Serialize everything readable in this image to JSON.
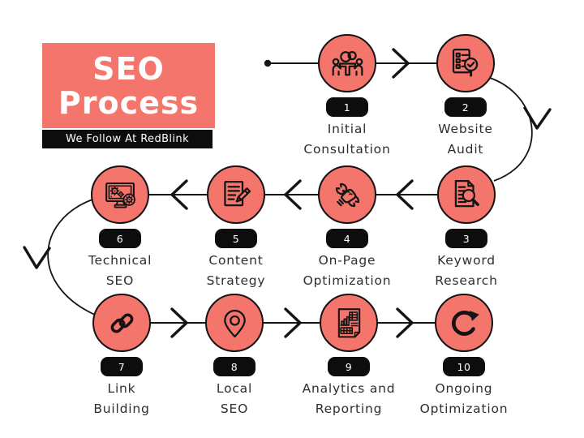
{
  "colors": {
    "coral": "#F4756B",
    "ink": "#141414",
    "badge_black": "#0D0D0D",
    "label_text": "#2E2E2E",
    "background": "#FFFFFF"
  },
  "header": {
    "title_line1": "SEO",
    "title_line2": "Process",
    "subtitle": "We Follow At RedBlink"
  },
  "steps": [
    {
      "number": "1",
      "line1": "Initial",
      "line2": "Consultation",
      "icon": "meeting-icon"
    },
    {
      "number": "2",
      "line1": "Website",
      "line2": "Audit",
      "icon": "audit-checklist-icon"
    },
    {
      "number": "3",
      "line1": "Keyword",
      "line2": "Research",
      "icon": "document-search-icon"
    },
    {
      "number": "4",
      "line1": "On-Page",
      "line2": "Optimization",
      "icon": "wrench-fist-icon"
    },
    {
      "number": "5",
      "line1": "Content",
      "line2": "Strategy",
      "icon": "document-pencil-icon"
    },
    {
      "number": "6",
      "line1": "Technical",
      "line2": "SEO",
      "icon": "monitor-gears-icon"
    },
    {
      "number": "7",
      "line1": "Link",
      "line2": "Building",
      "icon": "chain-link-icon"
    },
    {
      "number": "8",
      "line1": "Local",
      "line2": "SEO",
      "icon": "location-pin-icon"
    },
    {
      "number": "9",
      "line1": "Analytics and",
      "line2": "Reporting",
      "icon": "report-chart-icon"
    },
    {
      "number": "10",
      "line1": "Ongoing",
      "line2": "Optimization",
      "icon": "refresh-icon"
    }
  ]
}
